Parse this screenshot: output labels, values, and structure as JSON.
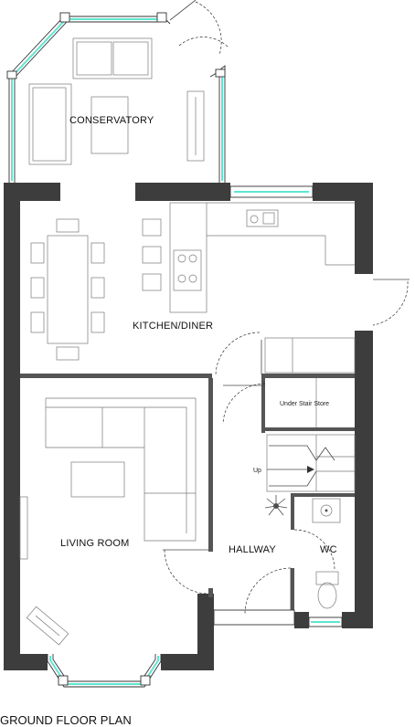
{
  "plan": {
    "title": "GROUND FLOOR PLAN",
    "rooms": {
      "conservatory": "CONSERVATORY",
      "kitchen": "KITCHEN/DINER",
      "living": "LIVING ROOM",
      "hallway": "HALLWAY",
      "wc": "WC",
      "store": "Under Stair Store"
    },
    "stairs_label": "Up"
  },
  "colors": {
    "wall": "#3d3d3d",
    "glazing": "#5ee6d0"
  }
}
